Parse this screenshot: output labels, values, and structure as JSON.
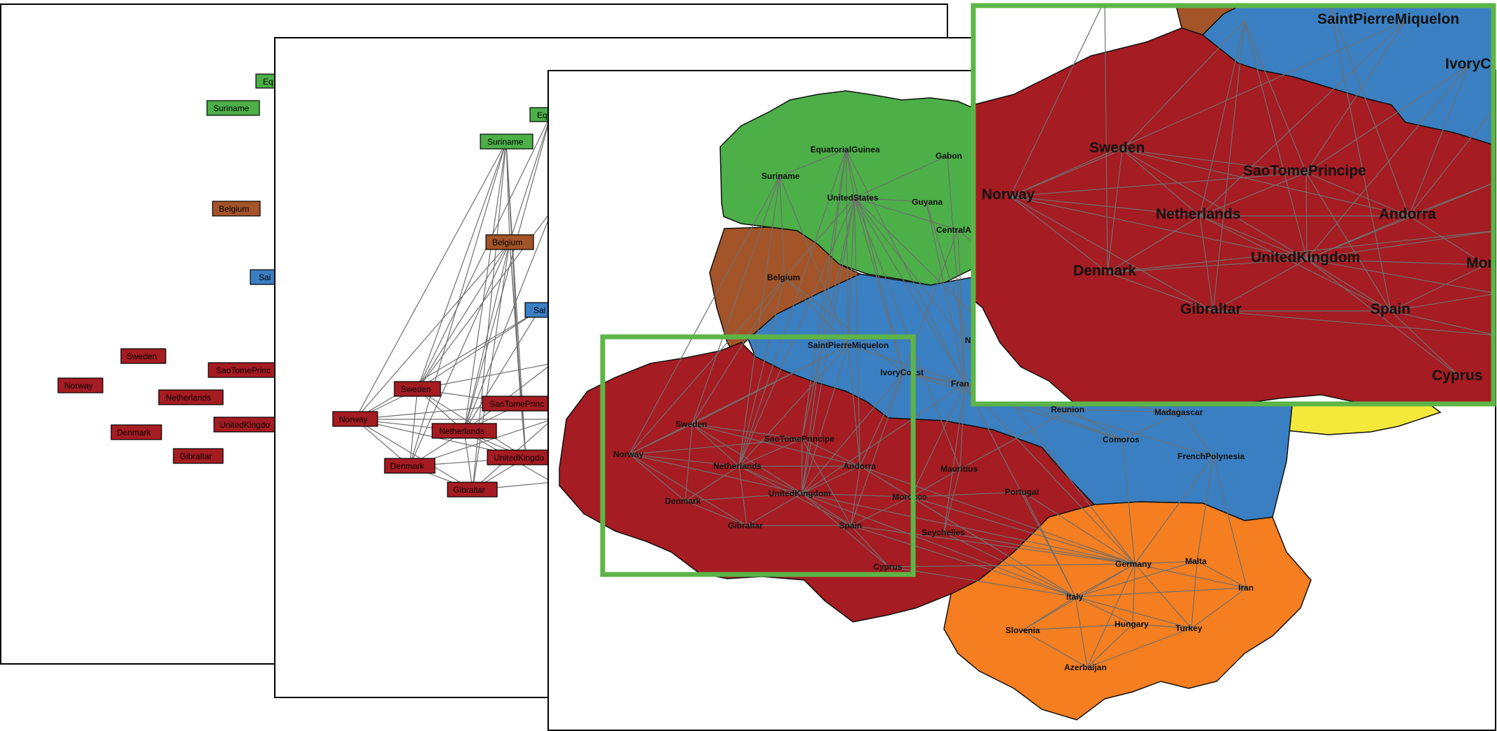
{
  "colors": {
    "red": "#A51C22",
    "green": "#4CAF48",
    "brown": "#A35428",
    "blue": "#3A7FC1",
    "orange": "#F47E20",
    "yellow": "#F4E93B",
    "edge": "#6F6F6F",
    "highlight": "#5DB547"
  },
  "panel1": {
    "labels": {
      "eq": "Eq",
      "suriname": "Suriname",
      "belgium": "Belgium",
      "sai": "Sai",
      "sweden": "Sweden",
      "norway": "Norway",
      "saotome": "SaoTomePrinc",
      "netherlands": "Netherlands",
      "uk": "UnitedKingdo",
      "denmark": "Denmark",
      "gibraltar": "Gibraltar"
    }
  },
  "panel2": {
    "labels": {
      "eq": "Eq",
      "suriname": "Suriname",
      "belgium": "Belgium",
      "sai": "Sai",
      "sweden": "Sweden",
      "norway": "Norway",
      "saotome": "SaoTomePrinc",
      "netherlands": "Netherlands",
      "uk": "UnitedKingdo",
      "denmark": "Denmark",
      "gibraltar": "Gibraltar"
    }
  },
  "panel3": {
    "labels": {
      "equatorialguinea": "EquatorialGuinea",
      "gabon": "Gabon",
      "suriname": "Suriname",
      "unitedstates": "UnitedStates",
      "guyana": "Guyana",
      "centralaf": "CentralA",
      "belgium": "Belgium",
      "saintpierre": "SaintPierreMiquelon",
      "n": "N",
      "ivorycoast": "IvoryCoast",
      "france": "Fran",
      "sweden": "Sweden",
      "norway": "Norway",
      "saotome": "SaoTomePrincipe",
      "netherlands": "Netherlands",
      "andorra": "Andorra",
      "mauritius": "Mauritius",
      "reunion": "Reunion",
      "madagascar": "Madagascar",
      "comoros": "Comoros",
      "frenchpolynesia": "FrenchPolynesia",
      "denmark": "Denmark",
      "uk": "UnitedKingdom",
      "morocco": "Morocco",
      "portugal": "Portugal",
      "gibraltar": "Gibraltar",
      "spain": "Spain",
      "seychelles": "Seychelles",
      "cyprus": "Cyprus",
      "germany": "Germany",
      "malta": "Malta",
      "iran": "Iran",
      "italy": "Italy",
      "slovenia": "Slovenia",
      "hungary": "Hungary",
      "turkey": "Turkey",
      "azerbaijan": "Azerbaijan"
    }
  },
  "zoom": {
    "labels": {
      "saintpierre": "SaintPierreMiquelon",
      "ivoryc": "IvoryC",
      "sweden": "Sweden",
      "saotome": "SaoTomePrincipe",
      "norway": "Norway",
      "netherlands": "Netherlands",
      "andorra": "Andorra",
      "denmark": "Denmark",
      "uk": "UnitedKingdom",
      "mor": "Mor",
      "gibraltar": "Gibraltar",
      "spain": "Spain",
      "cyprus": "Cyprus"
    }
  }
}
